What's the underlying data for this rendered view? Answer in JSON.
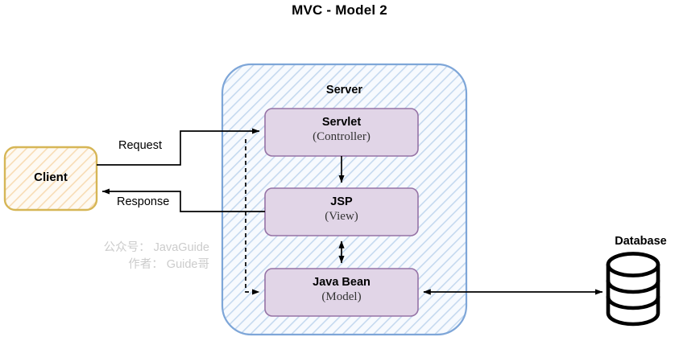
{
  "title": "MVC  - Model 2",
  "server": {
    "label": "Server",
    "nodes": [
      {
        "id": "servlet",
        "title": "Servlet",
        "subtitle": "(Controller)"
      },
      {
        "id": "jsp",
        "title": "JSP",
        "subtitle": "(View)"
      },
      {
        "id": "javabean",
        "title": "Java Bean",
        "subtitle": "(Model)"
      }
    ]
  },
  "client": {
    "label": "Client"
  },
  "database": {
    "label": "Database"
  },
  "edges": {
    "request": "Request",
    "response": "Response"
  },
  "watermark": {
    "line1": "公众号： JavaGuide",
    "line2": "作者： Guide哥"
  },
  "colors": {
    "node_fill": "#e1d5e7",
    "node_stroke": "#9673a6",
    "server_fill": "#f4f8fd",
    "server_stroke": "#7ea6d8",
    "server_hatch": "#c5d9ef",
    "client_fill": "#fdf6ec",
    "client_stroke": "#d6b656",
    "client_hatch": "#f7d9ae",
    "arrow": "#000000",
    "watermark": "#cccccc",
    "text": "#000000"
  }
}
